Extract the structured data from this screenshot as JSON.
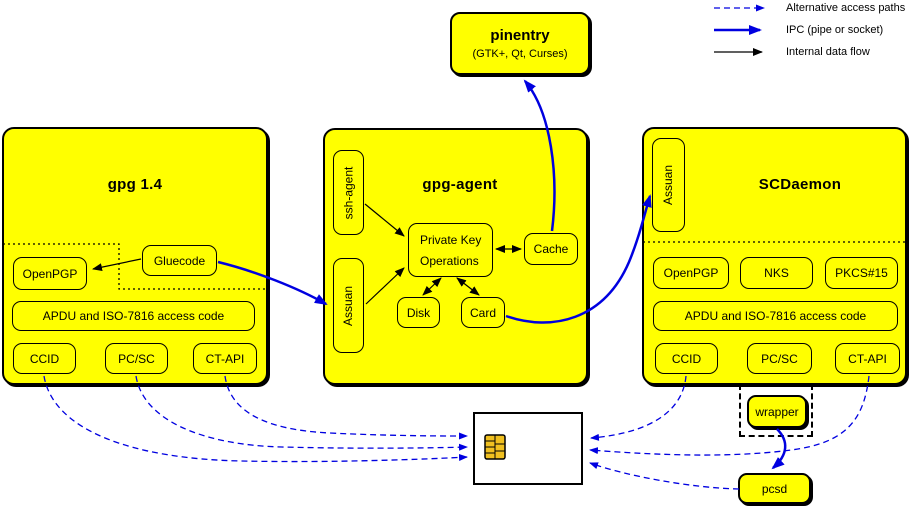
{
  "legend": {
    "alt": "Alternative access paths",
    "ipc": "IPC (pipe or socket)",
    "internal": "Internal data flow"
  },
  "pinentry": {
    "title": "pinentry",
    "subtitle": "(GTK+, Qt, Curses)"
  },
  "gpg14": {
    "title": "gpg 1.4",
    "gluecode": "Gluecode",
    "openpgp": "OpenPGP",
    "apdu": "APDU and ISO-7816 access code",
    "ccid": "CCID",
    "pcsc": "PC/SC",
    "ctapi": "CT-API"
  },
  "gpg_agent": {
    "title": "gpg-agent",
    "ssh_agent": "ssh-agent",
    "assuan": "Assuan",
    "private_key_ops": [
      "Private Key",
      "Operations"
    ],
    "cache": "Cache",
    "disk": "Disk",
    "card": "Card"
  },
  "scdaemon": {
    "title": "SCDaemon",
    "assuan": "Assuan",
    "openpgp": "OpenPGP",
    "nks": "NKS",
    "pkcs15": "PKCS#15",
    "apdu": "APDU and ISO-7816 access code",
    "ccid": "CCID",
    "pcsc": "PC/SC",
    "ctapi": "CT-API"
  },
  "peripherals": {
    "wrapper": "wrapper",
    "pcsd": "pcsd"
  },
  "colors": {
    "box_fill": "#ffff00",
    "line_blue": "#0000e0",
    "line_black": "#000000",
    "chip_gold": "#f0c020"
  }
}
